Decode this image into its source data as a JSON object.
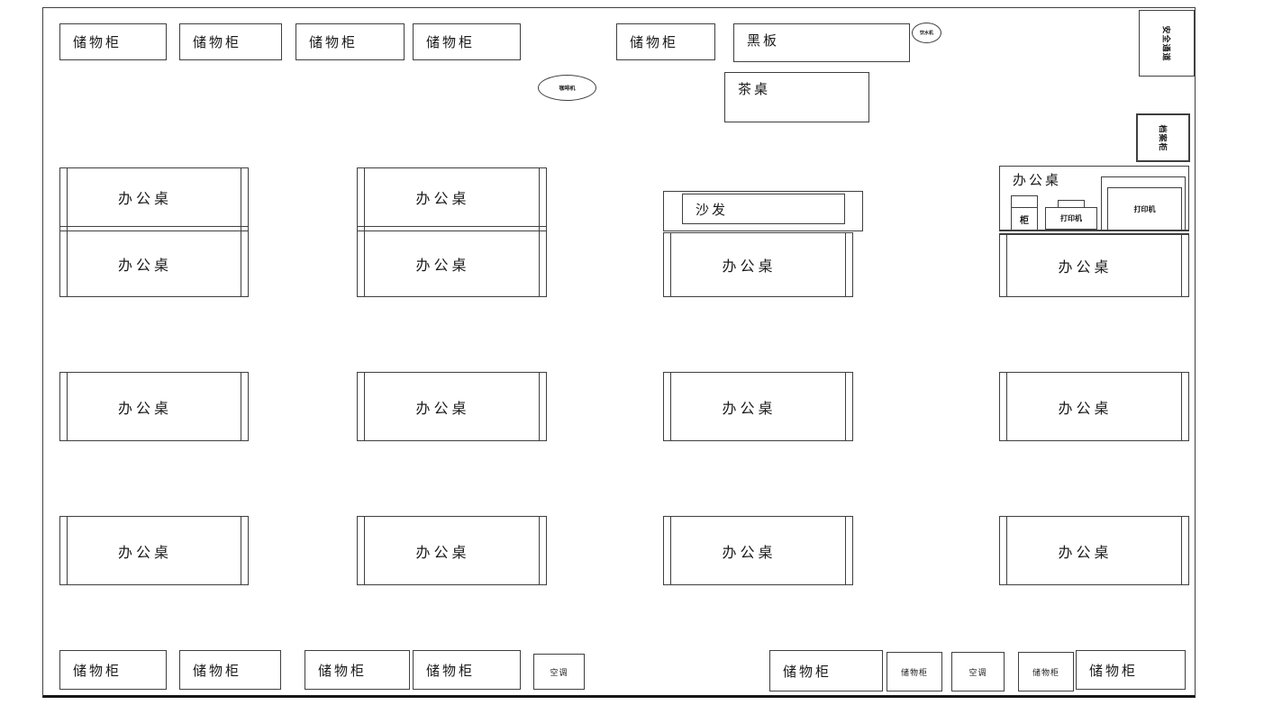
{
  "colors": {
    "line": "#3f3f3f",
    "text": "#1a1a1a",
    "background": "#ffffff"
  },
  "labels": {
    "cabinet": "储物柜",
    "desk": "办公桌",
    "blackboard": "黑板",
    "tea_table": "茶桌",
    "sofa": "沙发",
    "coffee_machine": "咖啡机",
    "water_dispenser": "饮水机",
    "air_conditioner": "空调",
    "printer": "打印机",
    "safety_exit": "安全通道",
    "file_cabinet": "档案柜",
    "small_cabinet": "柜"
  }
}
